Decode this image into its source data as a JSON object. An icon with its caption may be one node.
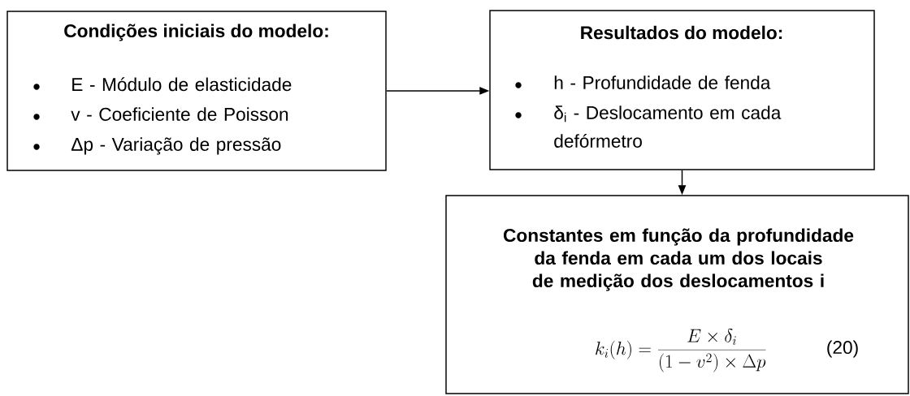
{
  "diagram": {
    "nodes": [
      {
        "text": [
          "Condições iniciais do modelo:",
          "E  - Módulo de elasticidade",
          "v  - Coeficiente de Poisson",
          "Δp  - Variação de pressão"
        ]
      },
      {
        "text": [
          "Resultados do modelo:",
          "h  - Profundidade de fenda",
          "δ$_{i}$  - Deslocamento em cada defórmetro"
        ]
      },
      {
        "text": [
          "Constantes em função da profundidade da fenda em cada um dos locais de medição dos deslocamentos i",
          "k_{i}(h) = \\frac{E \\times \\delta_{i}}{(1 - v^{2}) \\times \\Delta p}",
          "(20)"
        ]
      }
    ],
    "edges": [
      {
        "from": 0,
        "to": 1,
        "arrow": "to"
      },
      {
        "from": 1,
        "to": 2,
        "arrow": "to"
      }
    ]
  }
}
